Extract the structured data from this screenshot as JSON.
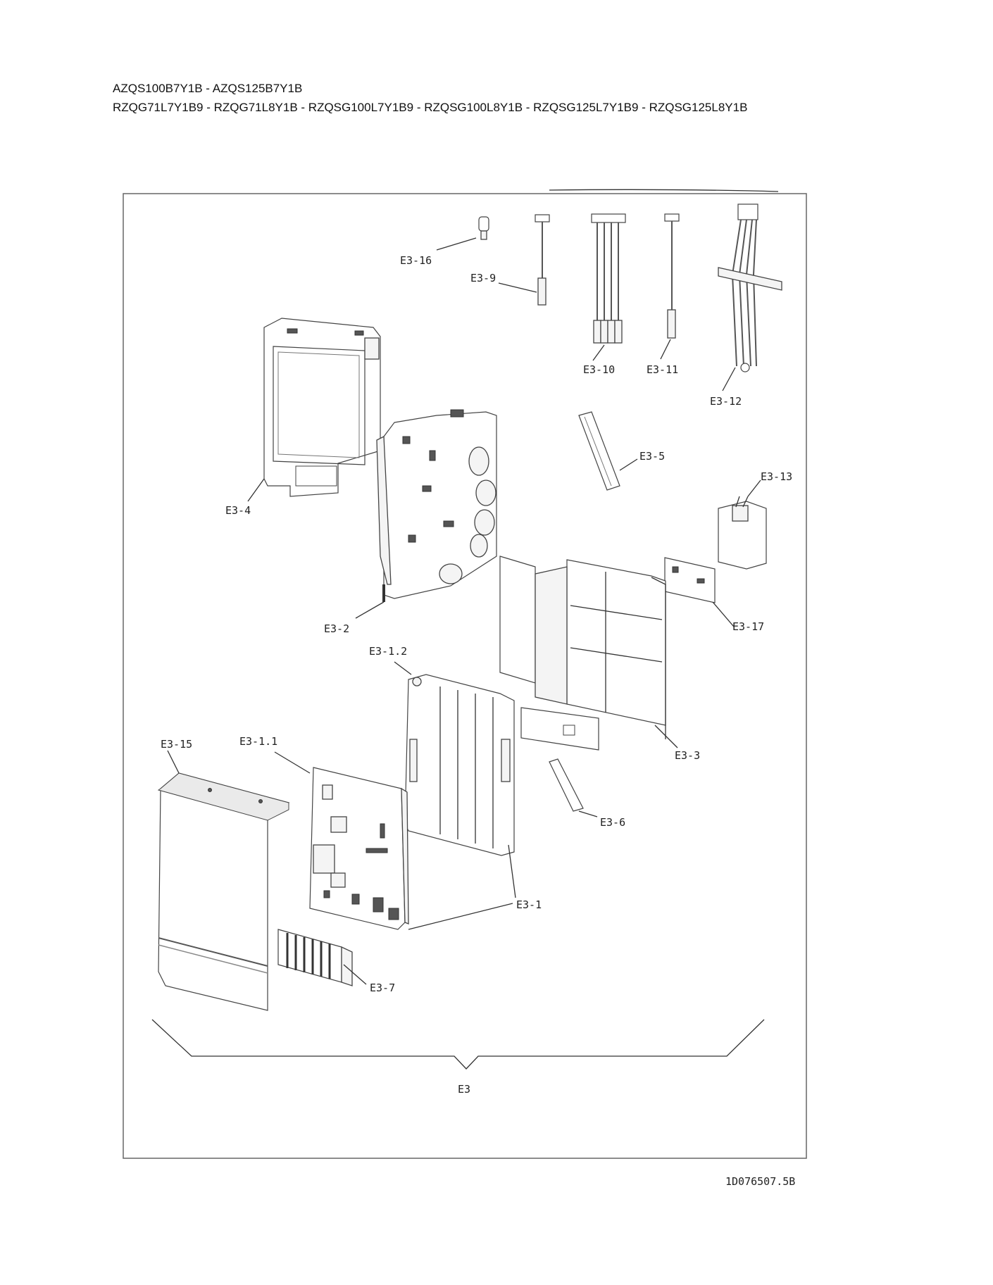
{
  "header": {
    "line1": "AZQS100B7Y1B - AZQS125B7Y1B",
    "line2": "RZQG71L7Y1B9 - RZQG71L8Y1B - RZQSG100L7Y1B9 - RZQSG100L8Y1B - RZQSG125L7Y1B9 - RZQSG125L8Y1B"
  },
  "labels": {
    "e3_16": "E3-16",
    "e3_9": "E3-9",
    "e3_10": "E3-10",
    "e3_11": "E3-11",
    "e3_12": "E3-12",
    "e3_5": "E3-5",
    "e3_13": "E3-13",
    "e3_4": "E3-4",
    "e3_17": "E3-17",
    "e3_2": "E3-2",
    "e3_1_2": "E3-1.2",
    "e3_3": "E3-3",
    "e3_15": "E3-15",
    "e3_1_1": "E3-1.1",
    "e3_6": "E3-6",
    "e3_1": "E3-1",
    "e3_7": "E3-7",
    "e3": "E3"
  },
  "drawing_number": "1D076507.5B"
}
